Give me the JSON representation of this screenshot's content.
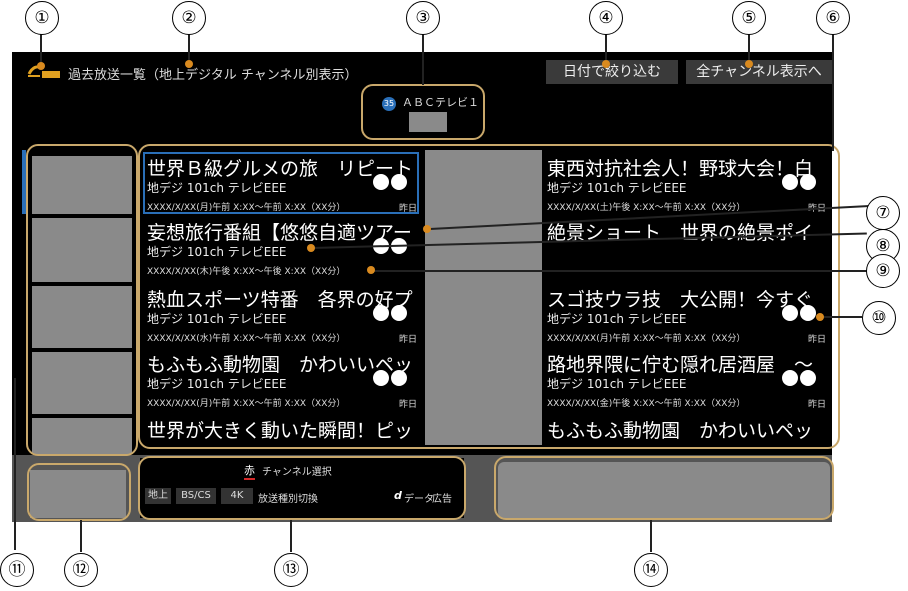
{
  "header": {
    "title": "過去放送一覧（地上デジタル チャンネル別表示）",
    "filter_by_date": "日付で絞り込む",
    "show_all_channels": "全チャンネル表示へ"
  },
  "channel": {
    "number": "35",
    "name": "ＡＢＣテレビ１"
  },
  "programs_left": [
    {
      "title": "世界Ｂ級グルメの旅　リピート",
      "channel": "地デジ 101ch テレビEEE",
      "datetime": "XXXX/X/XX(月)午前 X:XX〜午前 X:XX（XX分）",
      "day": "昨日"
    },
    {
      "title": "妄想旅行番組【悠悠自適ツアー",
      "channel": "地デジ 101ch テレビEEE",
      "datetime": "XXXX/X/XX(木)午後 X:XX〜午後 X:XX（XX分）",
      "day": ""
    },
    {
      "title": "熱血スポーツ特番　各界の好プ",
      "channel": "地デジ 101ch テレビEEE",
      "datetime": "XXXX/X/XX(水)午前 X:XX〜午前 X:XX（XX分）",
      "day": "昨日"
    },
    {
      "title": "もふもふ動物園　かわいいペッ",
      "channel": "地デジ 101ch テレビEEE",
      "datetime": "XXXX/X/XX(月)午前 X:XX〜午前 X:XX（XX分）",
      "day": "昨日"
    },
    {
      "title": "世界が大きく動いた瞬間！ピッ",
      "channel": "",
      "datetime": "",
      "day": ""
    }
  ],
  "programs_right": [
    {
      "title": "東西対抗社会人！野球大会！白",
      "channel": "地デジ 101ch テレビEEE",
      "datetime": "XXXX/X/XX(土)午後 X:XX〜午前 X:XX（XX分）",
      "day": "昨日"
    },
    {
      "title": "絶景ショート　世界の絶景ポイ",
      "channel": "",
      "datetime": "",
      "day": ""
    },
    {
      "title": "スゴ技ウラ技　大公開！今すぐ",
      "channel": "地デジ 101ch テレビEEE",
      "datetime": "XXXX/X/XX(月)午前 X:XX〜午前 X:XX（XX分）",
      "day": "昨日"
    },
    {
      "title": "路地界隈に佇む隠れ居酒屋　〜",
      "channel": "地デジ 101ch テレビEEE",
      "datetime": "XXXX/X/XX(金)午後 X:XX〜午前 X:XX（XX分）",
      "day": "昨日"
    },
    {
      "title": "もふもふ動物園　かわいいペッ",
      "channel": "",
      "datetime": "",
      "day": ""
    }
  ],
  "footer": {
    "red_key": "赤",
    "channel_select": "チャンネル選択",
    "btn_terrestrial": "地上",
    "btn_bscs": "BS/CS",
    "btn_4k": "4K",
    "switch_label": "放送種別切換",
    "d_key": "d",
    "data_label": "データ",
    "ad_label": "広告"
  },
  "markers": [
    "①",
    "②",
    "③",
    "④",
    "⑤",
    "⑥",
    "⑦",
    "⑧",
    "⑨",
    "⑩",
    "⑪",
    "⑫",
    "⑬",
    "⑭"
  ],
  "colors": {
    "accent_blue": "#2a6fb8",
    "callout": "#c9a86b",
    "red_key": "#d42a2a"
  }
}
